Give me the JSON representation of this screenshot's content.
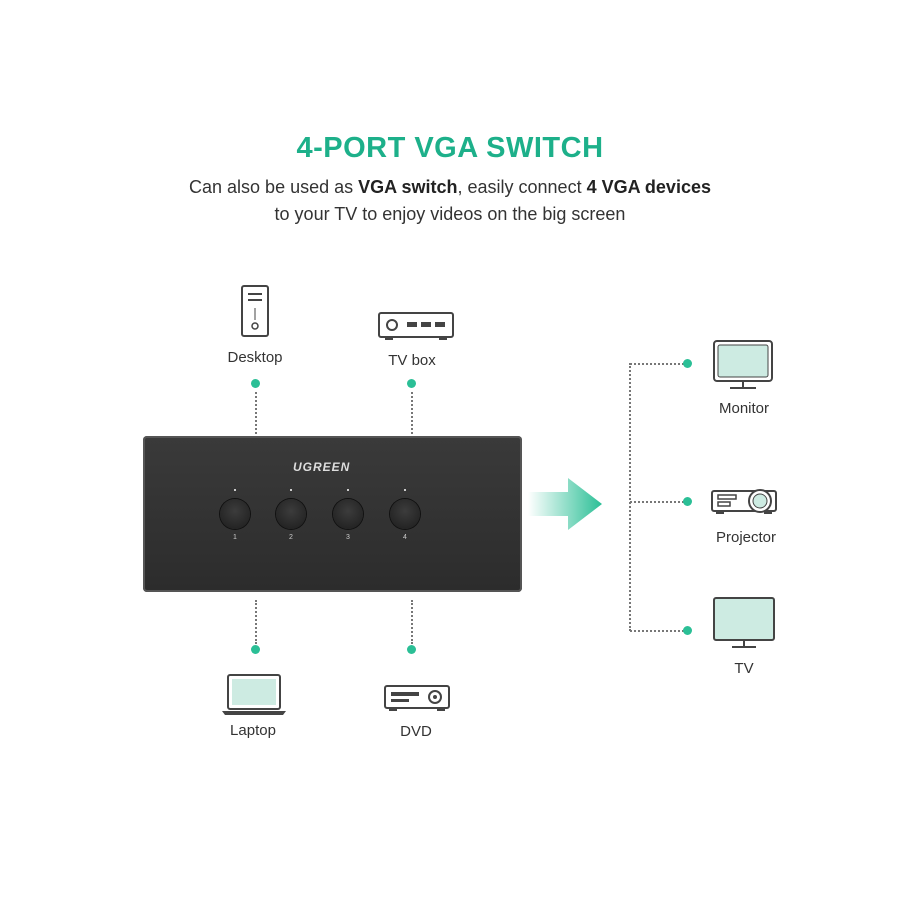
{
  "title": "4-PORT VGA SWITCH",
  "subtitle": {
    "line1_pre": "Can also be used as ",
    "line1_bold1": "VGA switch",
    "line1_mid": ", easily connect ",
    "line1_bold2": "4 VGA devices",
    "line2": "to your TV to enjoy videos on the big screen"
  },
  "switch": {
    "brand": "UGREEN",
    "ports": [
      "1",
      "2",
      "3",
      "4"
    ]
  },
  "inputs": {
    "desktop": "Desktop",
    "tvbox": "TV box",
    "laptop": "Laptop",
    "dvd": "DVD"
  },
  "outputs": {
    "monitor": "Monitor",
    "projector": "Projector",
    "tv": "TV"
  },
  "colors": {
    "accent": "#1db08a",
    "screen": "#cdebe2"
  }
}
